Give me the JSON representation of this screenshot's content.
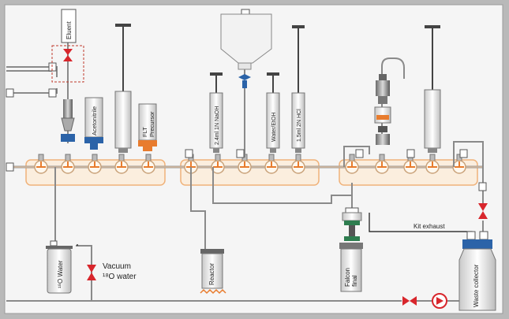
{
  "labels": {
    "eluent": "Eluent",
    "acetonitrile": "Acetonitrile",
    "precursor_line1": "FLT",
    "precursor_line2": "Precursor",
    "naoh": "2.4ml 1N NaOH",
    "water_etoh": "Water/EtOH",
    "hcl": "1.5ml 2N HCl",
    "kit_exhaust": "Kit exhaust",
    "o18_water": "¹⁸O Water",
    "vacuum_line1": "Vacuum",
    "vacuum_line2": "¹⁸O water",
    "reactor": "Reactor",
    "falcon_line1": "Falcon",
    "falcon_line2": "final",
    "waste_collector": "Waste collector"
  },
  "colors": {
    "background": "#b9b9b9",
    "panel": "#f5f5f5",
    "manifold_highlight": "#f3c79a",
    "valve_red": "#d8262c",
    "tubing_gray": "#8a8a8a",
    "cap_blue": "#2b63a8",
    "cap_orange": "#e87c2e",
    "cap_green": "#2e7d4f",
    "heater_orange": "#e87c2e"
  }
}
